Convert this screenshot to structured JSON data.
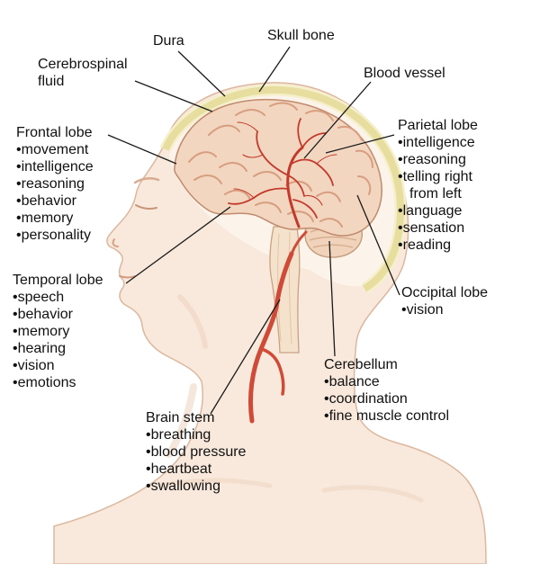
{
  "title": "Brain anatomy side-view diagram",
  "colors": {
    "vessel_red": "#c4392b",
    "bone_yellow": "#e7dd9e",
    "skin": "#f8e9dc",
    "brain_pink": "#f2d6c0",
    "leader_line": "#1a1a1a"
  },
  "labels": {
    "dura": {
      "text": "Dura"
    },
    "skull_bone": {
      "text": "Skull bone"
    },
    "cerebrospinal_fluid": {
      "text": "Cerebrospinal fluid"
    },
    "blood_vessel": {
      "text": "Blood vessel"
    },
    "frontal_lobe": {
      "heading": "Frontal lobe",
      "items": [
        "movement",
        "intelligence",
        "reasoning",
        "behavior",
        "memory",
        "personality"
      ]
    },
    "parietal_lobe": {
      "heading": "Parietal lobe",
      "items": [
        "intelligence",
        "reasoning",
        "telling right from left",
        "language",
        "sensation",
        "reading"
      ]
    },
    "occipital_lobe": {
      "heading": "Occipital lobe",
      "items": [
        "vision"
      ]
    },
    "temporal_lobe": {
      "heading": "Temporal lobe",
      "items": [
        "speech",
        "behavior",
        "memory",
        "hearing",
        "vision",
        "emotions"
      ]
    },
    "cerebellum": {
      "heading": "Cerebellum",
      "items": [
        "balance",
        "coordination",
        "fine muscle control"
      ]
    },
    "brain_stem": {
      "heading": "Brain stem",
      "items": [
        "breathing",
        "blood pressure",
        "heartbeat",
        "swallowing"
      ]
    }
  }
}
